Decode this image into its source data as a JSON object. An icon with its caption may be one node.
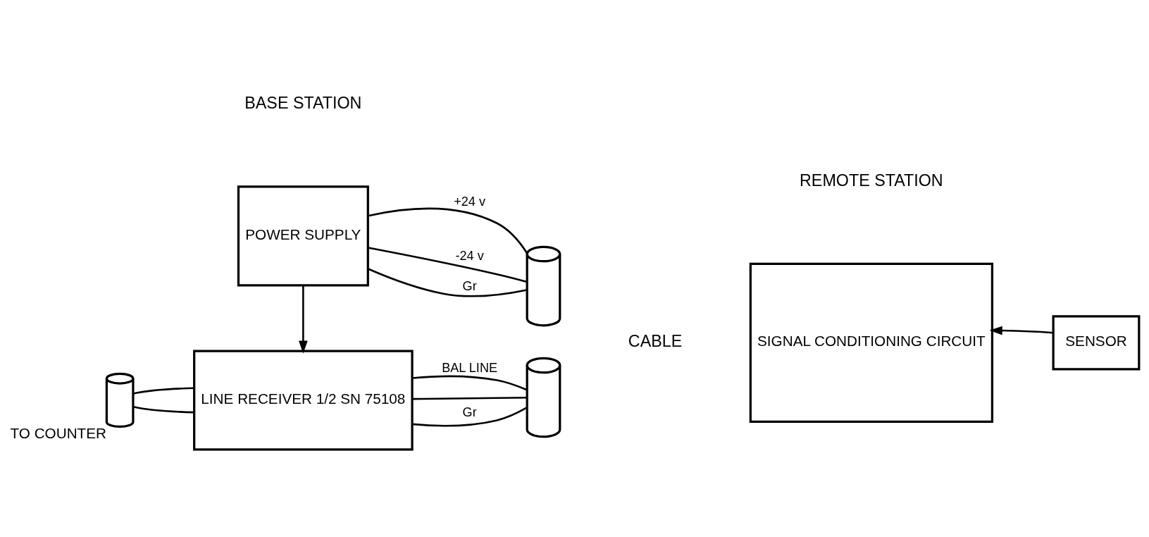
{
  "diagram": {
    "nodes": [
      {
        "text": [
          "POWER SUPPLY"
        ]
      },
      {
        "text": [
          "LINE RECEIVER 1/2 SN 75108"
        ]
      },
      {
        "text": [
          "SIGNAL CONDITIONING CIRCUIT"
        ]
      },
      {
        "text": [
          "SENSOR"
        ]
      },
      {
        "text": [],
        "shape": "cylinder"
      },
      {
        "text": [],
        "shape": "cylinder"
      },
      {
        "text": [],
        "shape": "cylinder",
        "beside": [
          "TO COUNTER"
        ]
      }
    ],
    "edges": [
      {
        "from": 0,
        "to": 1,
        "arrow": "to"
      },
      {
        "from": 0,
        "to": 4,
        "arrow": "none",
        "label": "+24 v"
      },
      {
        "from": 0,
        "to": 4,
        "arrow": "none",
        "label": "-24 v"
      },
      {
        "from": 0,
        "to": 4,
        "arrow": "none",
        "label": "Gr"
      },
      {
        "from": 1,
        "to": 5,
        "arrow": "none",
        "label": "BAL LINE"
      },
      {
        "from": 1,
        "to": 5,
        "arrow": "none"
      },
      {
        "from": 1,
        "to": 5,
        "arrow": "none",
        "label": "Gr"
      },
      {
        "from": 6,
        "to": 1,
        "arrow": "none"
      },
      {
        "from": 6,
        "to": 1,
        "arrow": "none"
      },
      {
        "from": 3,
        "to": 2,
        "arrow": "to"
      }
    ],
    "labels": [
      "BASE STATION",
      "REMOTE STATION",
      "CABLE"
    ]
  }
}
